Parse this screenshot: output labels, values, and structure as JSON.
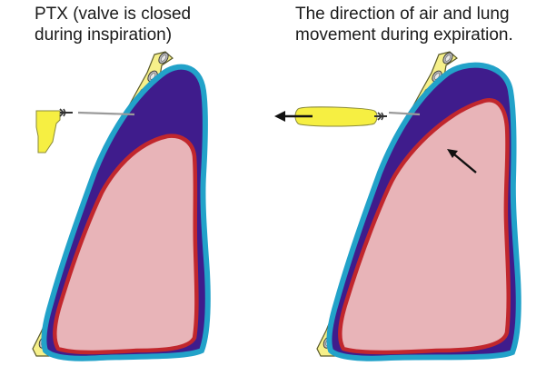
{
  "panels": [
    {
      "caption": "PTX  (valve is closed\nduring inspiration)",
      "phase": "inspiration"
    },
    {
      "caption": "The direction of air and lung\nmovement during expiration.",
      "phase": "expiration"
    }
  ],
  "colors": {
    "pleural_space": "#3f1c8c",
    "pleura": "#22a2c9",
    "lung": "#e8b4b8",
    "lung_border": "#c1272d",
    "chest_wall": "#f6f08a",
    "valve": "#f6ef42",
    "valve_outline": "#8a8a3a",
    "arrow": "#111111"
  },
  "icons": {
    "left_valve": "one-way-valve-closed",
    "right_valve": "one-way-valve-open",
    "air_arrow": "arrow-left-icon",
    "lung_arrow": "arrow-up-left-icon"
  }
}
